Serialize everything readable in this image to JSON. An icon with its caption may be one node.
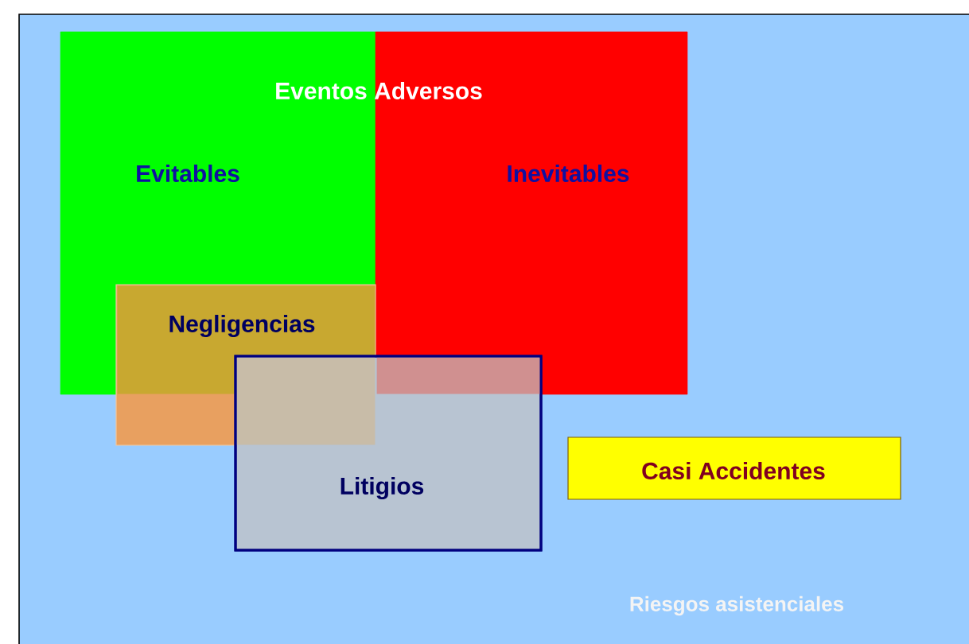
{
  "diagram": {
    "nodes": [
      {
        "text": [
          "Riesgos asistenciales"
        ]
      },
      {
        "text": [
          "Evitables"
        ],
        "in": 0
      },
      {
        "text": [
          "Inevitables"
        ],
        "in": 0
      },
      {
        "text": [
          "Negligencias"
        ],
        "in": 0
      },
      {
        "text": [
          "Litigios"
        ],
        "in": 0
      },
      {
        "text": [
          "Casi Accidentes"
        ],
        "in": 0
      }
    ],
    "labels": [
      "Eventos Adversos"
    ]
  }
}
